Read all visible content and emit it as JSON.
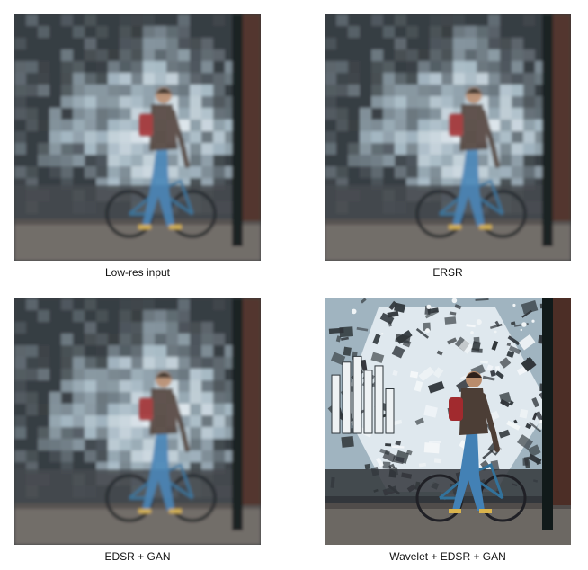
{
  "figure": {
    "panels": [
      {
        "caption": "Low-res input",
        "pixelated": true
      },
      {
        "caption": "ERSR",
        "pixelated": true
      },
      {
        "caption": "EDSR + GAN",
        "pixelated": true
      },
      {
        "caption": "Wavelet + EDSR + GAN",
        "pixelated": false
      }
    ],
    "colors": {
      "mural_light": "#dfe8ee",
      "mural_mid": "#9fb3bf",
      "mural_dark": "#2c3237",
      "brick": "#4a2a22",
      "pavement": "#6a6560",
      "jeans": "#3f7fb4",
      "jacket": "#4a3a32",
      "backpack": "#a0282a",
      "pole": "#101214"
    }
  }
}
